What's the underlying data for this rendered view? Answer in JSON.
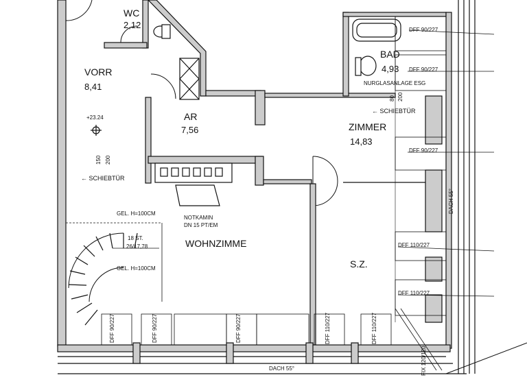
{
  "rooms": {
    "wc": {
      "name": "WC",
      "area": "2,12"
    },
    "vorr": {
      "name": "VORR",
      "area": "8,41"
    },
    "ar": {
      "name": "AR",
      "area": "7,56"
    },
    "bad": {
      "name": "BAD",
      "area": "4,93"
    },
    "zimmer": {
      "name": "ZIMMER",
      "area": "14,83"
    },
    "wohn": {
      "name": "WOHNZIMME"
    },
    "sz": {
      "name": "S.Z."
    }
  },
  "labels": {
    "level": "+23.24",
    "schiebtuer_left": "← SCHIEBTÜR",
    "schiebtuer_right": "← SCHIEBTÜR",
    "nurglas": "NURGLASANLAGE ESG",
    "dim_150": "150",
    "dim_200": "200",
    "dim_80": "80",
    "dim_200b": "200",
    "notkamin_1": "NOTKAMIN",
    "notkamin_2": "DN 15 PT/EM",
    "gel_top": "GEL. H=100CM",
    "gel_bottom": "GEL. H=100CM",
    "stair_1": "18 ST.",
    "stair_2": "26/17,78",
    "dach_right": "DACH 55°",
    "dach_bottom": "DACH 55°"
  },
  "windows_right": [
    {
      "label": "DFF 90/227"
    },
    {
      "label": "DFF 90/227"
    },
    {
      "label": "DFF 90/227"
    },
    {
      "label": "DFF 110/227"
    },
    {
      "label": "DFF 110/227"
    }
  ],
  "windows_bottom": [
    {
      "label": "DFF 90/227"
    },
    {
      "label": "DFF 90/227"
    },
    {
      "label": "DFF 90/227"
    },
    {
      "label": "DFF 110/227"
    },
    {
      "label": "DFF 110/227"
    },
    {
      "label": "FIX 120/120"
    }
  ]
}
